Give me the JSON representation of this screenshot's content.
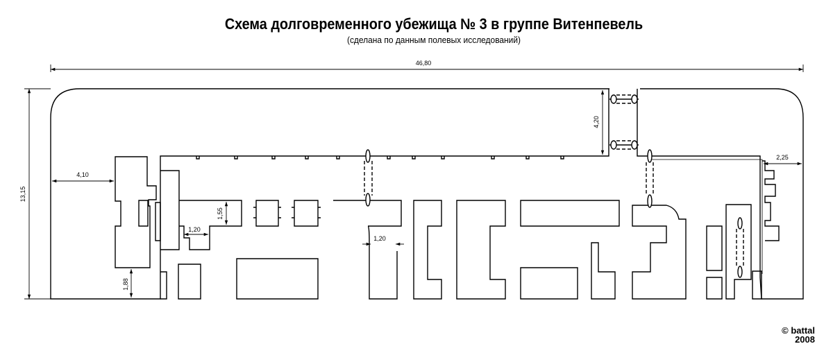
{
  "title": "Схема долговременного убежища № 3 в группе Витенпевель",
  "subtitle": "(сделана по данным полевых исследований)",
  "copyright": {
    "symbol": "©",
    "author": "battal",
    "year": "2008"
  },
  "dimensions": {
    "total_length": "46,80",
    "total_width": "13,15",
    "left_offset": "4,10",
    "right_offset": "2,25",
    "passage_height": "4,20",
    "niche_height": "1,55",
    "gap_left": "1,20",
    "gap_center": "1,20",
    "bottom_offset": "1,88"
  },
  "colors": {
    "line": "#000000",
    "background": "#ffffff"
  }
}
